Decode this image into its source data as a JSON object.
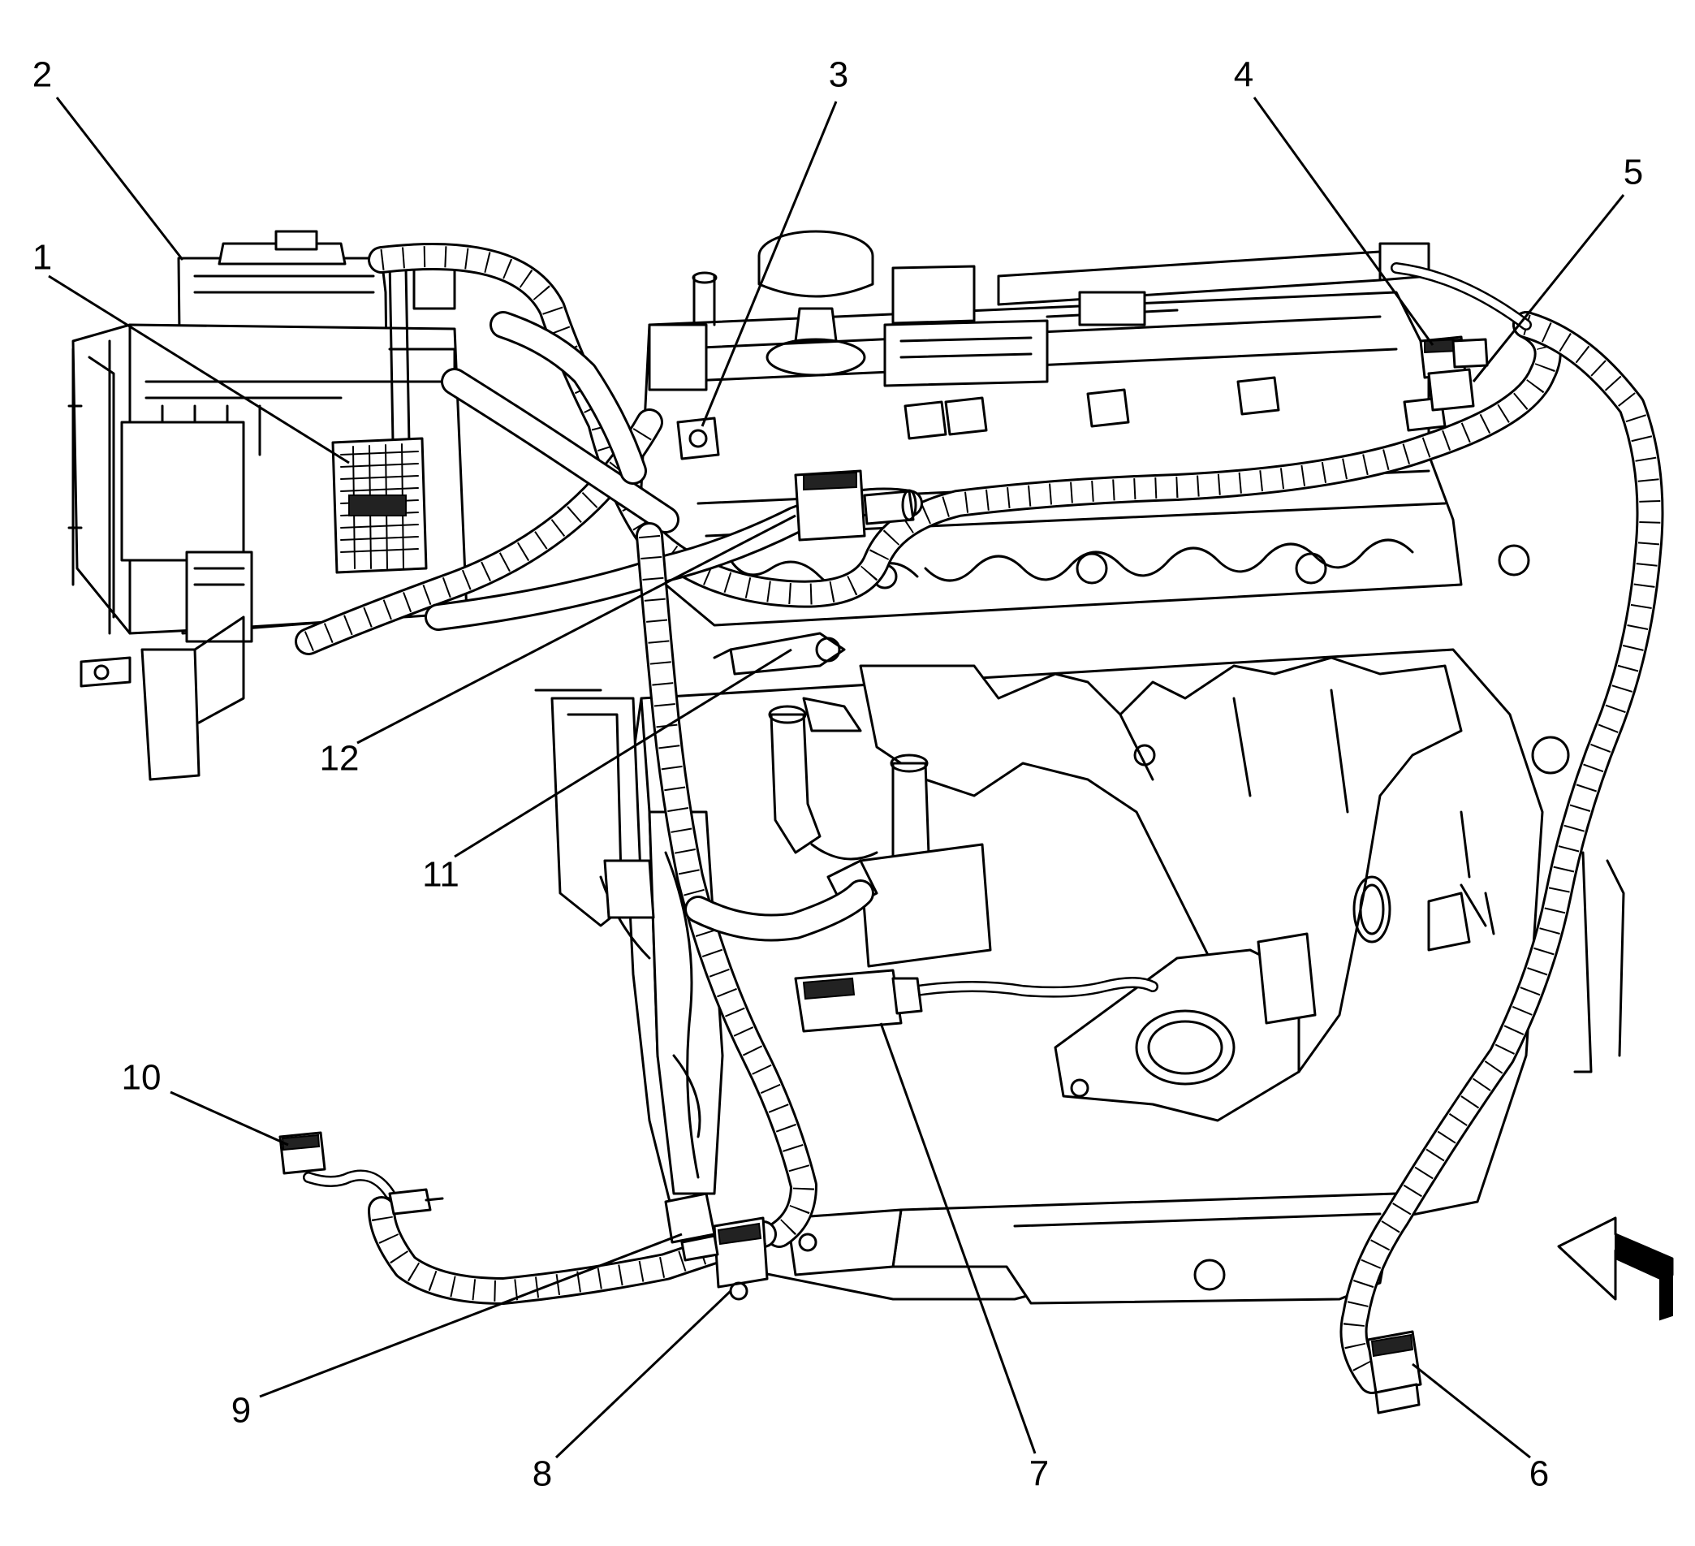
{
  "callouts": [
    {
      "label": "1"
    },
    {
      "label": "2"
    },
    {
      "label": "3"
    },
    {
      "label": "4"
    },
    {
      "label": "5"
    },
    {
      "label": "6"
    },
    {
      "label": "7"
    },
    {
      "label": "8"
    },
    {
      "label": "9"
    },
    {
      "label": "10"
    },
    {
      "label": "11"
    },
    {
      "label": "12"
    }
  ],
  "view_arrow": {
    "icon": "view-direction-arrow-icon"
  }
}
